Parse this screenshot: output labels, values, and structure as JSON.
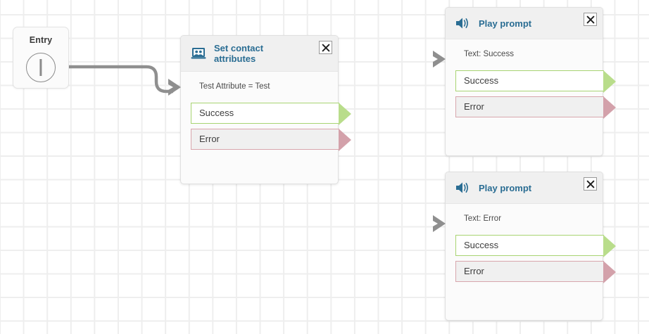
{
  "canvas": {
    "background_color": "#ffffff",
    "grid_line_color": "#eeeeee"
  },
  "entry_node": {
    "label": "Entry",
    "icon": "entry-point-icon"
  },
  "nodes": [
    {
      "id": "set-contact-attributes",
      "title": "Set contact attributes",
      "icon": "contact-attributes-icon",
      "close_icon": "close-icon",
      "description": "Test Attribute = Test",
      "branches": [
        {
          "label": "Success",
          "type": "success",
          "color": "#a8d472"
        },
        {
          "label": "Error",
          "type": "error",
          "color": "#d8a6ad"
        }
      ]
    },
    {
      "id": "play-prompt-success",
      "title": "Play prompt",
      "icon": "speaker-icon",
      "close_icon": "close-icon",
      "description": "Text: Success",
      "branches": [
        {
          "label": "Success",
          "type": "success",
          "color": "#a8d472"
        },
        {
          "label": "Error",
          "type": "error",
          "color": "#d8a6ad"
        }
      ]
    },
    {
      "id": "play-prompt-error",
      "title": "Play prompt",
      "icon": "speaker-icon",
      "close_icon": "close-icon",
      "description": "Text: Error",
      "branches": [
        {
          "label": "Success",
          "type": "success",
          "color": "#a8d472"
        },
        {
          "label": "Error",
          "type": "error",
          "color": "#d8a6ad"
        }
      ]
    }
  ],
  "connectors": [
    {
      "from": "entry_node",
      "to": "set-contact-attributes",
      "color": "#8f8f8f"
    }
  ]
}
